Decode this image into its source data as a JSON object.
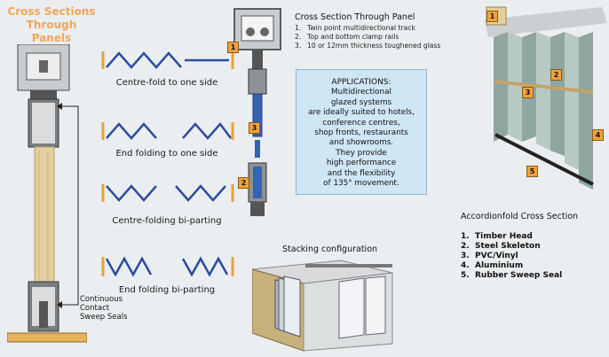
{
  "title": "Cross Sections\nThrough Panels",
  "fold_configs": [
    {
      "label": "Centre-fold to one side"
    },
    {
      "label": "End folding to one side"
    },
    {
      "label": "Centre-folding bi-parting"
    },
    {
      "label": "End folding bi-parting"
    }
  ],
  "cross_section": {
    "title": "Cross Section Through Panel",
    "items": [
      {
        "num": "1.",
        "text": "Twin point multidirectional track"
      },
      {
        "num": "2.",
        "text": "Top and bottom clamp rails"
      },
      {
        "num": "3.",
        "text": "10 or 12mm thickness toughened glass"
      }
    ],
    "badges": [
      "1",
      "3",
      "2"
    ]
  },
  "applications": {
    "title": "APPLICATIONS:",
    "lines": [
      "Multidirectional",
      "glazed systems",
      "are ideally suited to hotels,",
      "conference centres,",
      "shop fronts, restaurants",
      "and showrooms.",
      "They provide",
      "high performance",
      "and the flexibility",
      "of 135° movement."
    ]
  },
  "accordion": {
    "title": "Accordionfold Cross Section",
    "items": [
      {
        "num": "1.",
        "text": "Timber Head"
      },
      {
        "num": "2.",
        "text": "Steel Skeleton"
      },
      {
        "num": "3.",
        "text": "PVC/Vinyl"
      },
      {
        "num": "4.",
        "text": "Aluminium"
      },
      {
        "num": "5.",
        "text": "Rubber Sweep Seal"
      }
    ],
    "badges": [
      "1",
      "2",
      "3",
      "4",
      "5"
    ]
  },
  "stacking": {
    "title": "Stacking configuration"
  },
  "seal": {
    "label": "Continuous\nContact\nSweep Seals"
  },
  "colors": {
    "title_orange": "#f2a65a",
    "panel_blue": "#cfe6f4",
    "badge_orange": "#f0a23b",
    "timber": "#e3cf9f"
  }
}
